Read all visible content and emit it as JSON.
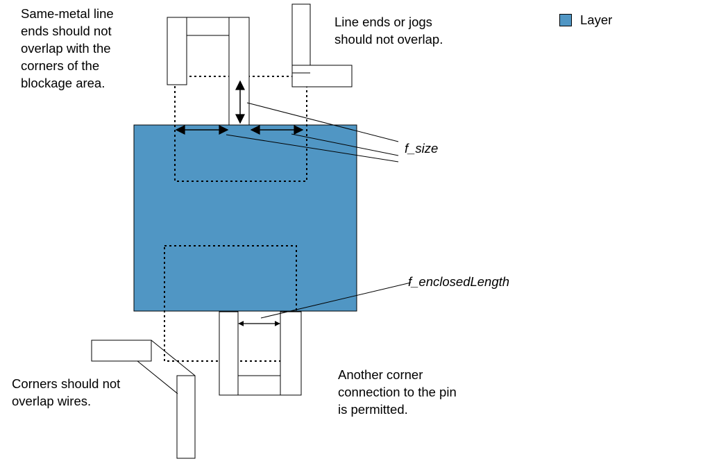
{
  "notes": {
    "top_left": "Same-metal line\nends should not\noverlap with the\ncorners of the\nblockage area.",
    "top_right": "Line ends or jogs\nshould not overlap.",
    "bottom_left": "Corners should not\noverlap wires.",
    "bottom_right": "Another corner\nconnection to the pin\nis permitted."
  },
  "parameters": {
    "size": "f_size",
    "enclosed_length": "f_enclosedLength"
  },
  "legend": {
    "label": "Layer",
    "color": "#5096c4"
  },
  "colors": {
    "layer_fill": "#5096c4",
    "stroke": "#000000"
  }
}
